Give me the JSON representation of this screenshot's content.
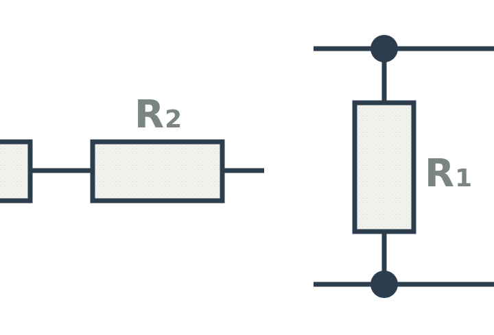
{
  "colors": {
    "wire": "#2c3e4e",
    "label": "#7b8580",
    "resistor_fill": "#f1f1ee",
    "background": "#ffffff"
  },
  "resistors": {
    "r2": {
      "letter": "R",
      "subscript": "2"
    },
    "r1": {
      "letter": "R",
      "subscript": "1"
    }
  }
}
